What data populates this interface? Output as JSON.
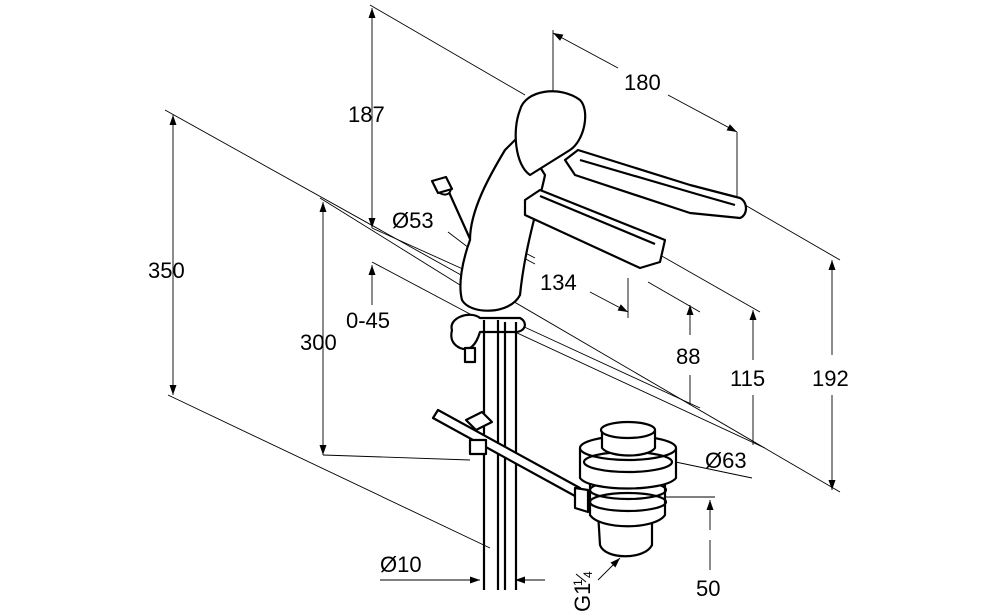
{
  "dimensions": {
    "d187": "187",
    "d180": "180",
    "d350": "350",
    "d300": "300",
    "d0_45": "0-45",
    "d_dia53": "Ø53",
    "d134": "134",
    "d88": "88",
    "d115": "115",
    "d192": "192",
    "d_dia63": "Ø63",
    "d_dia10": "Ø10",
    "d50": "50",
    "d_thread_main": "G1",
    "d_thread_num": "1",
    "d_thread_den": "4"
  }
}
